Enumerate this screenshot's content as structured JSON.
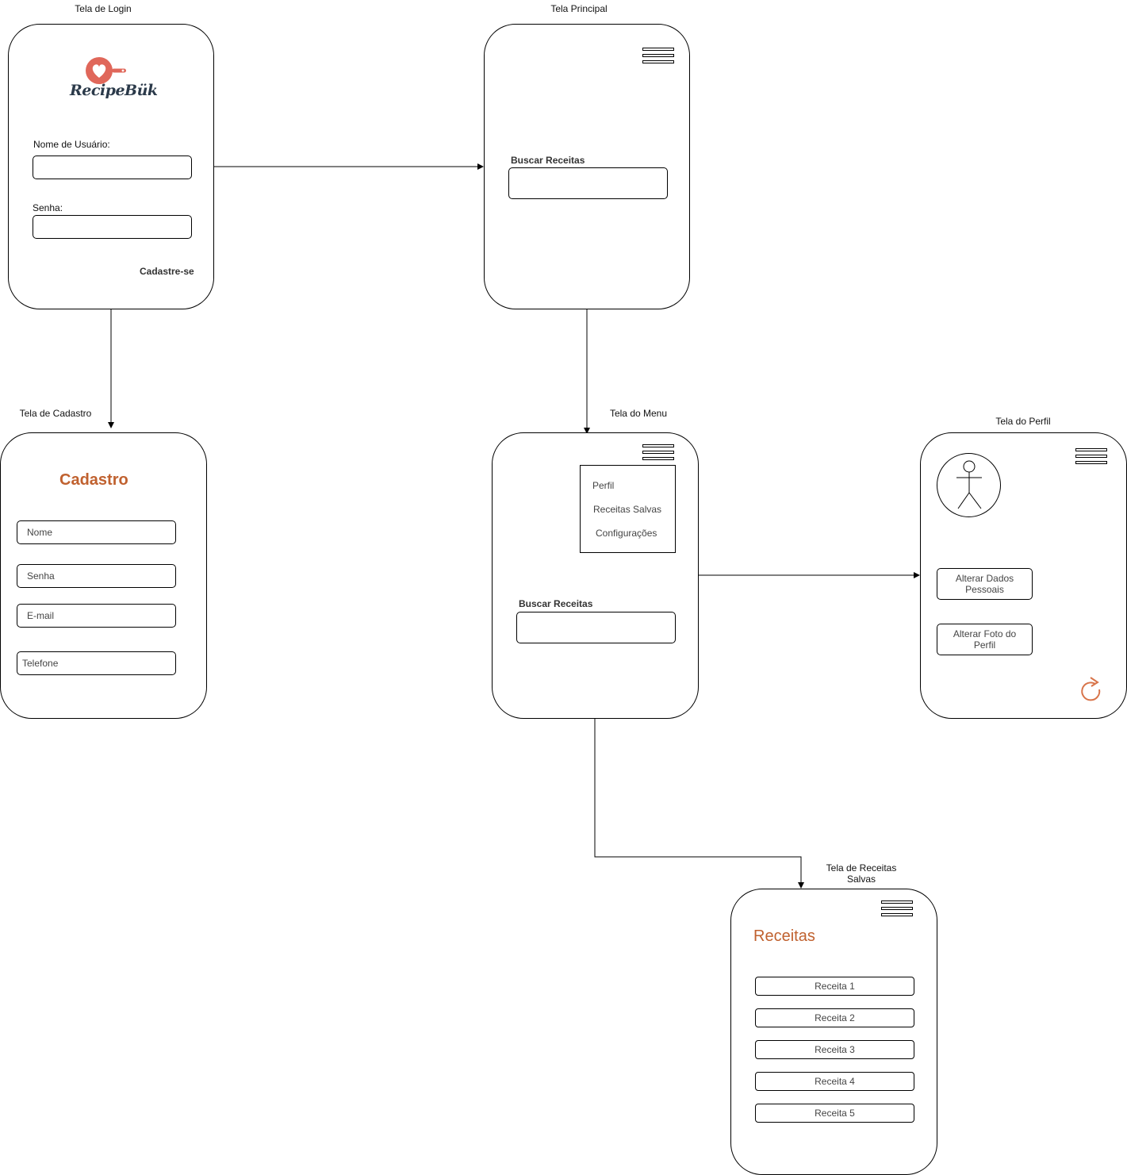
{
  "screens": {
    "login": {
      "label": "Tela de Login",
      "logo_text": "RecipeBük",
      "username_label": "Nome de Usuário:",
      "password_label": "Senha:",
      "signup_link": "Cadastre-se"
    },
    "main": {
      "label": "Tela Principal",
      "search_label": "Buscar Receitas"
    },
    "signup": {
      "label": "Tela de Cadastro",
      "title": "Cadastro",
      "fields": [
        "Nome",
        "Senha",
        "E-mail",
        "Telefone"
      ]
    },
    "menu": {
      "label": "Tela do Menu",
      "items": [
        "Perfil",
        "Receitas Salvas",
        "Configurações"
      ],
      "search_label": "Buscar Receitas"
    },
    "profile": {
      "label": "Tela do Perfil",
      "buttons": [
        "Alterar Dados\nPessoais",
        "Alterar Foto do\nPerfil"
      ]
    },
    "saved": {
      "label": "Tela de Receitas\nSalvas",
      "title": "Receitas",
      "recipes": [
        "Receita 1",
        "Receita 2",
        "Receita 3",
        "Receita 4",
        "Receita 5"
      ]
    }
  },
  "colors": {
    "accent": "#c0612f",
    "logo_pan": "#e0675a",
    "logo_text": "#2b3a4a",
    "refresh_icon": "#d8744a"
  },
  "icons": [
    "hamburger-menu-icon",
    "stick-figure-avatar-icon",
    "refresh-icon",
    "frying-pan-heart-logo"
  ]
}
